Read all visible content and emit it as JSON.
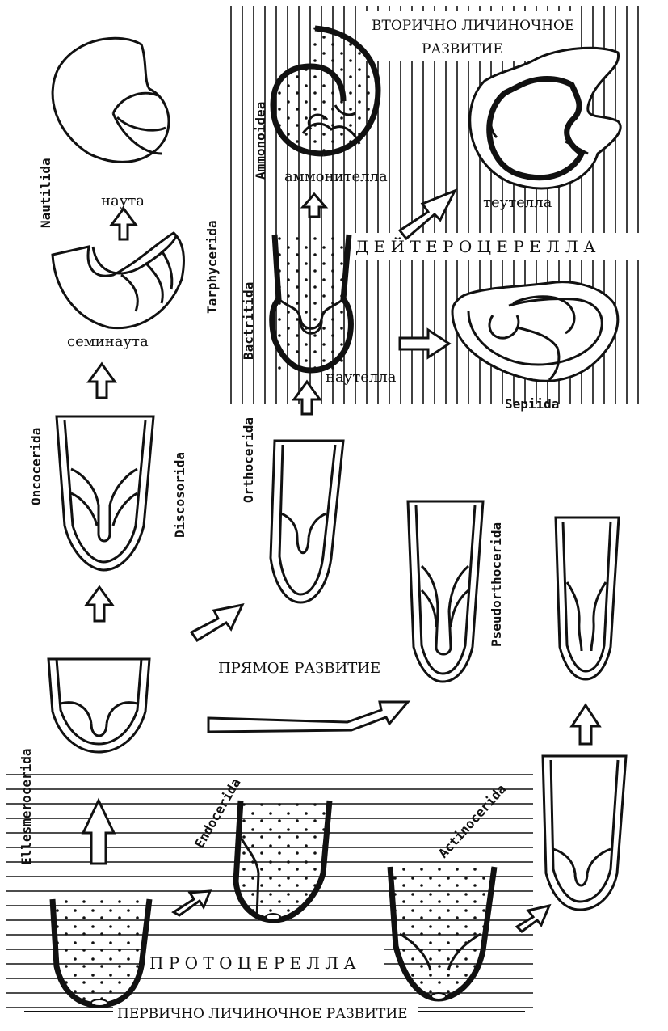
{
  "diagram": {
    "labels": {
      "nautilida": "Nautilida",
      "nauta": "наута",
      "tarphycerida": "Tarphycerida",
      "seminauta": "семинаута",
      "oncocerida": "Oncocerida",
      "discosorida": "Discosorida",
      "ellesmerocerida": "Ellesmerocerida",
      "endocerida": "Endocerida",
      "actinocerida": "Actinocerida",
      "pseudorthocerida": "Pseudorthocerida",
      "orthocerida": "Orthocerida",
      "bactritida": "Bactritida",
      "ammonoidea": "Ammonoidea",
      "ammonitella": "аммонителла",
      "teutella": "теутелла",
      "nautella": "наутелла",
      "sepiida": "Sepiida",
      "secondary_larval_line1": "ВТОРИЧНО ЛИЧИНОЧНОЕ",
      "secondary_larval_line2": "РАЗВИТИЕ",
      "deuterocerella": "Д Е Й Т Е Р О Ц Е Р Е Л Л А",
      "direct_development": "ПРЯМОЕ  РАЗВИТИЕ",
      "protocerella": "П Р О Т О Ц Е Р Е Л Л А",
      "primary_larval": "ПЕРВИЧНО ЛИЧИНОЧНОЕ РАЗВИТИЕ"
    }
  }
}
